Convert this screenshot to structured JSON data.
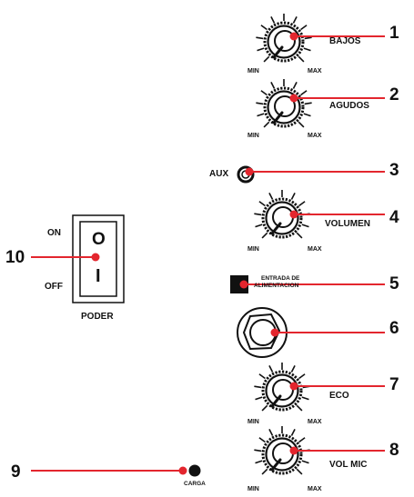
{
  "callout_color": "#e3262e",
  "knobs": [
    {
      "id": "bajos",
      "label": "BAJOS",
      "min": "MIN",
      "max": "MAX",
      "number": "1"
    },
    {
      "id": "agudos",
      "label": "AGUDOS",
      "min": "MIN",
      "max": "MAX",
      "number": "2"
    },
    {
      "id": "volumen",
      "label": "VOLUMEN",
      "min": "MIN",
      "max": "MAX",
      "number": "4"
    },
    {
      "id": "eco",
      "label": "ECO",
      "min": "MIN",
      "max": "MAX",
      "number": "7"
    },
    {
      "id": "volmic",
      "label": "VOL MIC",
      "min": "MIN",
      "max": "MAX",
      "number": "8"
    }
  ],
  "aux": {
    "label": "AUX",
    "number": "3"
  },
  "power_input": {
    "label_line1": "ENTRADA DE",
    "label_line2": "ALIMENTACION",
    "number": "5"
  },
  "mic_jack": {
    "number": "6"
  },
  "charge": {
    "label": "CARGA",
    "number": "9"
  },
  "power_switch": {
    "on": "ON",
    "off": "OFF",
    "top_symbol": "O",
    "bottom_symbol": "I",
    "label": "PODER",
    "number": "10"
  }
}
